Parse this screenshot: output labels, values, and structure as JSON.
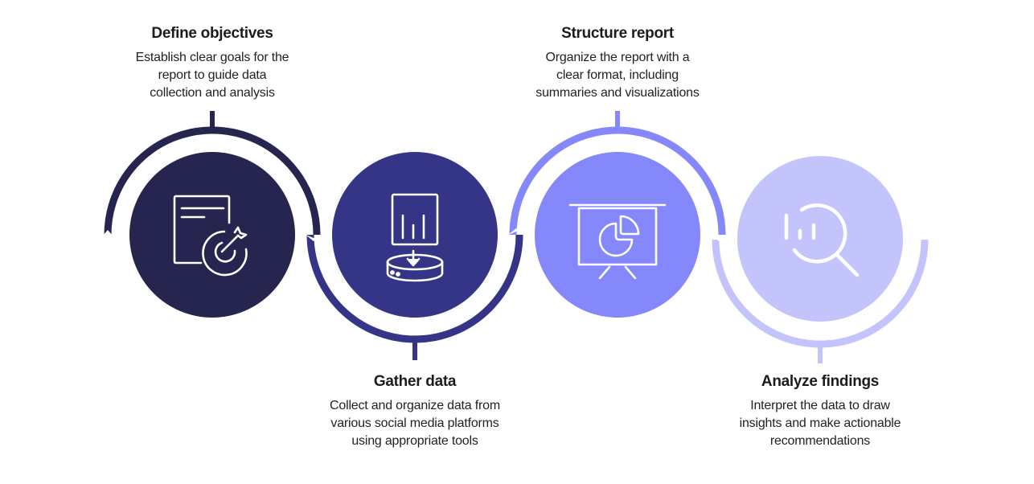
{
  "colors": {
    "step1": "#262550",
    "step2": "#343586",
    "step3": "#8588FB",
    "step4": "#C4C4FD",
    "icon": "#ffffff"
  },
  "steps": [
    {
      "title": "Define objectives",
      "description": "Establish clear goals for the report to guide data collection and analysis",
      "desc_lines": [
        "Establish clear goals for the",
        "report to guide data",
        "collection and analysis"
      ],
      "icon": "document-target-icon",
      "text_position": "top"
    },
    {
      "title": "Gather data",
      "description": "Collect and organize data from various social media platforms using appropriate tools",
      "desc_lines": [
        "Collect and organize data from",
        "various social media platforms",
        "using appropriate tools"
      ],
      "icon": "chart-to-database-icon",
      "text_position": "bottom"
    },
    {
      "title": "Structure report",
      "description": "Organize the report with a clear format, including summaries and visualizations",
      "desc_lines": [
        "Organize the report with a",
        "clear format, including",
        "summaries and visualizations"
      ],
      "icon": "presentation-pie-chart-icon",
      "text_position": "top"
    },
    {
      "title": "Analyze findings",
      "description": "Interpret the data to draw insights and make actionable recommendations",
      "desc_lines": [
        "Interpret the data to draw",
        "insights and make actionable",
        "recommendations"
      ],
      "icon": "magnifier-bar-chart-icon",
      "text_position": "bottom"
    }
  ]
}
